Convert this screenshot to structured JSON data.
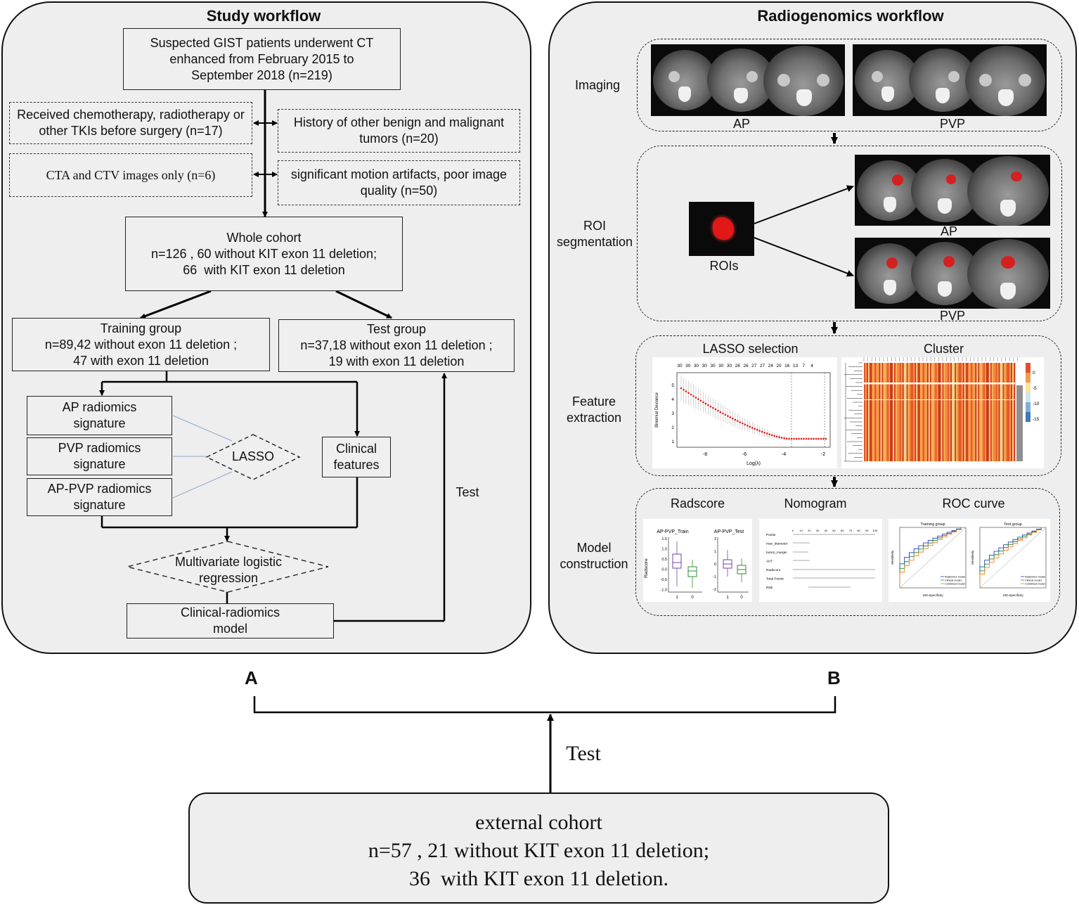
{
  "panel_a": {
    "title": "Study workflow",
    "boxes": {
      "suspected": "Suspected GIST patients underwent CT enhanced from February 2015 to September 2018 (n=219)",
      "excl_chemo": "Received chemotherapy, radiotherapy or other TKIs before surgery (n=17)",
      "excl_history": "History of other benign and malignant tumors (n=20)",
      "excl_cta": "CTA and CTV images only (n=6)",
      "excl_motion": "significant motion artifacts, poor image quality (n=50)",
      "whole_cohort_title": "Whole cohort",
      "whole_cohort_line1": "n=126 , 60 without KIT exon 11 deletion;",
      "whole_cohort_line2": "66  with KIT exon 11 deletion",
      "training_title": "Training group",
      "training_line1": "n=89,42 without exon 11 deletion ;",
      "training_line2": "47 with exon 11 deletion",
      "test_title": "Test group",
      "test_line1": "n=37,18 without exon 11 deletion ;",
      "test_line2": "19 with exon 11 deletion",
      "ap_sig": "AP radiomics signature",
      "pvp_sig": "PVP radiomics signature",
      "appvp_sig": "AP-PVP radiomics signature",
      "lasso": "LASSO",
      "clinical": "Clinical features",
      "multivariate": "Multivariate logistic regression",
      "model": "Clinical-radiomics model",
      "test_label": "Test"
    }
  },
  "panel_b": {
    "title": "Radiogenomics workflow",
    "stages": {
      "imaging": "Imaging",
      "roi": "ROI segmentation",
      "feature": "Feature extraction",
      "model": "Model construction"
    },
    "labels": {
      "ap": "AP",
      "pvp": "PVP",
      "rois": "ROIs",
      "ap2": "AP",
      "pvp2": "PVP",
      "lasso_selection": "LASSO selection",
      "cluster": "Cluster",
      "radscore": "Radscore",
      "nomogram": "Nomogram",
      "roc": "ROC curve"
    },
    "lasso_plot": {
      "top_ticks": [
        "30",
        "30",
        "30",
        "30",
        "30",
        "30",
        "30",
        "28",
        "26",
        "27",
        "27",
        "24",
        "20",
        "16",
        "13",
        "7",
        "4"
      ],
      "x_ticks": [
        "-8",
        "-6",
        "-4",
        "-2"
      ],
      "xlabel": "Log(λ)",
      "ylabel": "Binomial Deviance",
      "y_ticks": [
        "1",
        "2",
        "3",
        "4",
        "5"
      ]
    },
    "cluster_scale": [
      "0",
      "-5",
      "-10",
      "-15"
    ],
    "radscore_plot": {
      "left_title": "AP-PVP_Train",
      "right_title": "AP-PVP_Test",
      "ylabel": "Radscore",
      "left_yticks": [
        "1.5",
        "1.0",
        "0.5",
        "0.0",
        "-0.5",
        "-1.0"
      ],
      "right_yticks": [
        "2",
        "1",
        "0",
        "-1",
        "-2"
      ],
      "xcats": [
        "1",
        "0"
      ]
    },
    "nomogram_plot": {
      "rows": [
        "Points",
        "max_diameter",
        "tumor_margin",
        "AVT",
        "Radscore",
        "Total Points",
        "Risk"
      ],
      "points_ticks": [
        "0",
        "10",
        "20",
        "30",
        "40",
        "50",
        "60",
        "70",
        "80",
        "90",
        "100"
      ]
    },
    "roc_plot": {
      "left_title": "Training group",
      "right_title": "Test group",
      "xlabel": "100-Specificity",
      "ylabel": "Sensitivity",
      "legend": [
        "Radiomics model",
        "Clinical model",
        "Combined model"
      ]
    }
  },
  "letters": {
    "a": "A",
    "b": "B"
  },
  "external": {
    "test_label": "Test",
    "title": "external cohort",
    "line1": "n=57 , 21 without KIT exon 11 deletion;",
    "line2": "36  with KIT exon 11 deletion."
  },
  "colors": {
    "panel_bg": "#eeeeee",
    "roi_red": "#d42020",
    "lasso_red": "#e02020",
    "roc_blue": "#2040c0",
    "roc_green": "#208040",
    "roc_orange": "#f08020",
    "box_purple": "#7a3fa0",
    "box_green": "#2e8b3a"
  }
}
